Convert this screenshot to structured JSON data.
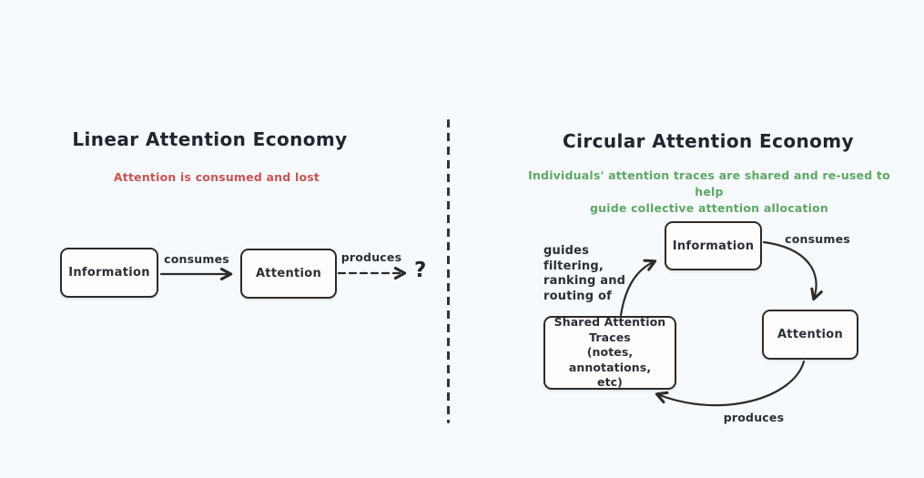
{
  "canvas": {
    "background_color": "#f7fafc",
    "ink_color": "#2b2b2b"
  },
  "left_panel": {
    "title": "Linear Attention Economy",
    "subtitle": "Attention is consumed and lost",
    "subtitle_color": "#cd5252",
    "nodes": {
      "information": {
        "label": "Information"
      },
      "attention": {
        "label": "Attention"
      }
    },
    "edges": {
      "consumes": {
        "label": "consumes",
        "style": "solid-arrow"
      },
      "produces": {
        "label": "produces",
        "style": "dashed-arrow"
      }
    },
    "question_mark": "?"
  },
  "divider": {
    "style": "vertical-dashed-line"
  },
  "right_panel": {
    "title": "Circular Attention Economy",
    "subtitle_lines": [
      "Individuals' attention traces are shared and re-used to help",
      "guide collective attention allocation"
    ],
    "subtitle_color": "#5ea766",
    "nodes": {
      "information": {
        "label": "Information"
      },
      "attention": {
        "label": "Attention"
      },
      "shared_traces": {
        "lines": [
          "Shared Attention",
          "Traces",
          "(notes, annotations,",
          "etc)"
        ]
      }
    },
    "edges": {
      "consumes": {
        "label": "consumes",
        "style": "curved-arrow"
      },
      "produces": {
        "label": "produces",
        "style": "curved-arrow"
      },
      "guides": {
        "lines": [
          "guides filtering,",
          "ranking and",
          "routing of"
        ],
        "style": "curved-arrow"
      }
    }
  }
}
